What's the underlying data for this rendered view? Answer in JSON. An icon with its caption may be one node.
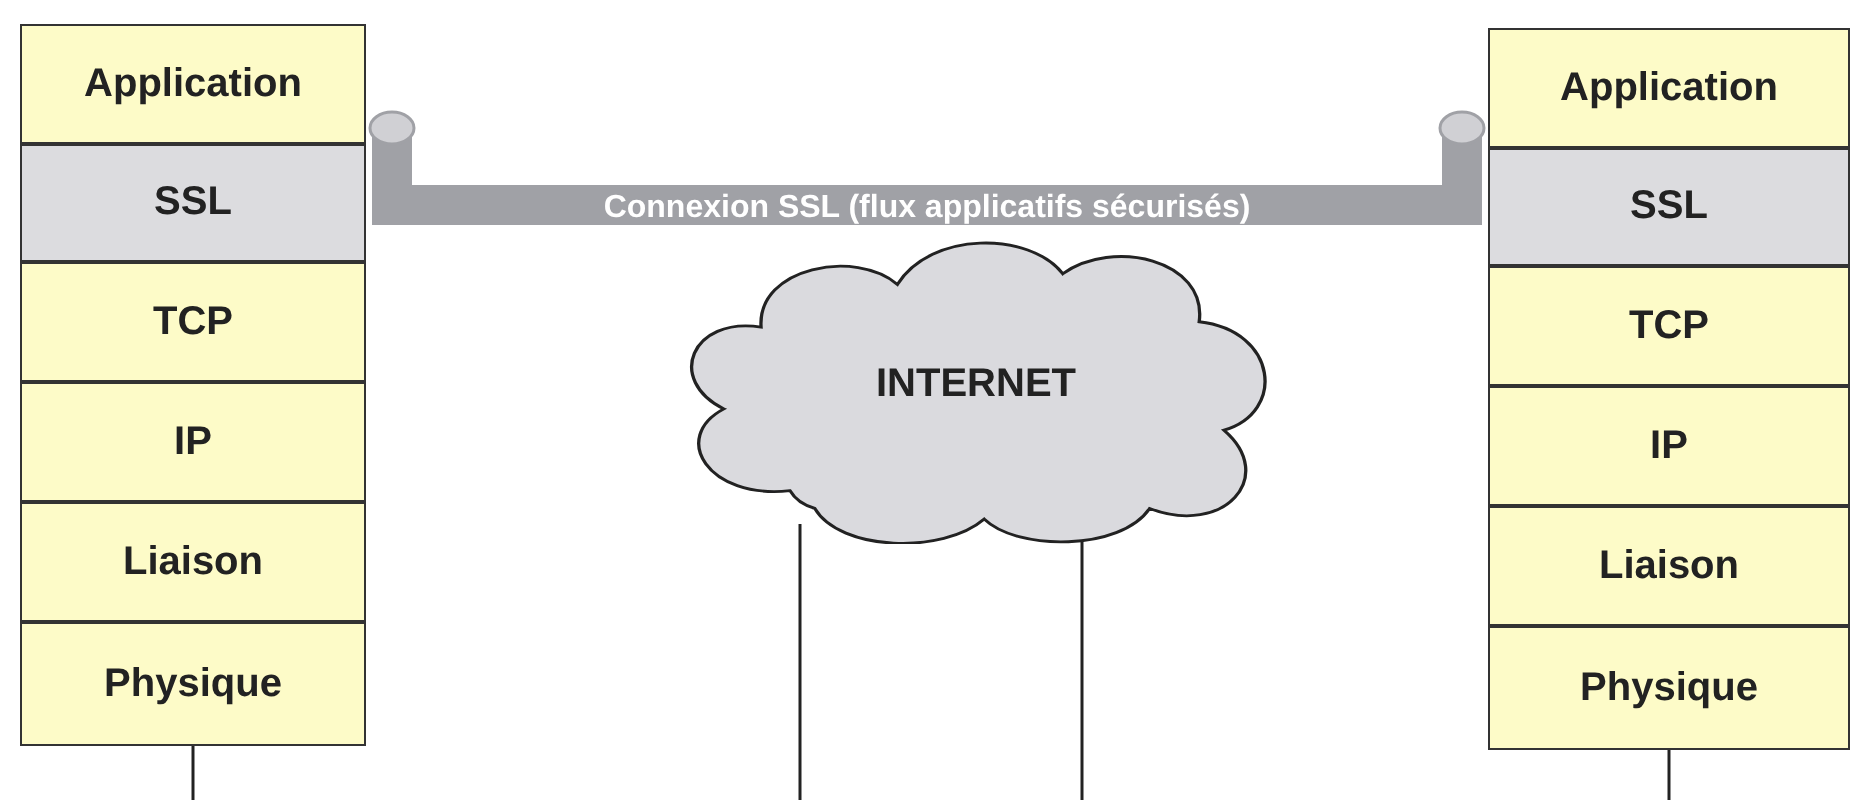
{
  "diagram": {
    "nodes": [
      {
        "text": [
          "Application"
        ]
      },
      {
        "text": [
          "SSL"
        ]
      },
      {
        "text": [
          "TCP"
        ]
      },
      {
        "text": [
          "IP"
        ]
      },
      {
        "text": [
          "Liaison"
        ]
      },
      {
        "text": [
          "Physique"
        ]
      },
      {
        "text": [
          "INTERNET"
        ]
      },
      {
        "text": [
          "Application"
        ]
      },
      {
        "text": [
          "SSL"
        ]
      },
      {
        "text": [
          "TCP"
        ]
      },
      {
        "text": [
          "IP"
        ]
      },
      {
        "text": [
          "Liaison"
        ]
      },
      {
        "text": [
          "Physique"
        ]
      }
    ],
    "edges": [
      {
        "from": 1,
        "to": 8,
        "arrow": "other",
        "label": "Connexion SSL (flux applicatifs sécurisés)",
        "style": "thick",
        "color": "#a0a1a6"
      },
      {
        "from": 5,
        "to": null,
        "arrow": "none"
      },
      {
        "from": 6,
        "to": null,
        "arrow": "none"
      },
      {
        "from": 6,
        "to": null,
        "arrow": "none"
      },
      {
        "from": 12,
        "to": null,
        "arrow": "none"
      }
    ]
  }
}
